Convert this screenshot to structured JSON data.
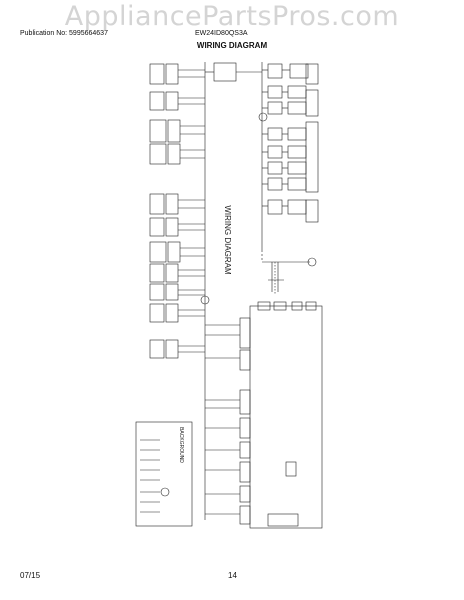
{
  "watermark": "AppliancePartsPros.com",
  "header": {
    "publication": "Publication No: 5995664637",
    "model": "EW24ID80QS3A",
    "title": "WIRING DIAGRAM"
  },
  "diagram": {
    "center_label": "WIRING DIAGRAM",
    "legend_label": "BACKGROUND"
  },
  "footer": {
    "date": "07/15",
    "page": "14"
  }
}
